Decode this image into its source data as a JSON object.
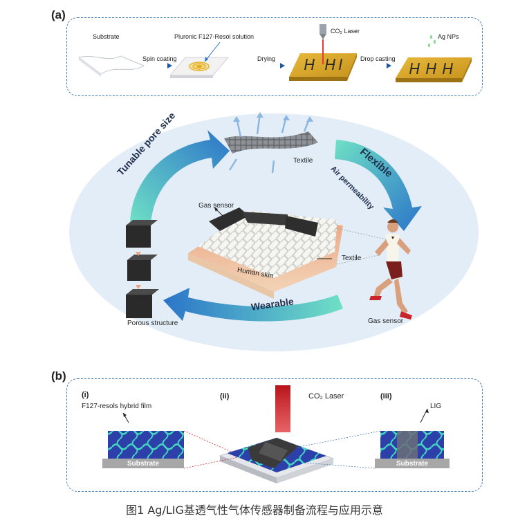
{
  "panel_a": {
    "letter": "(a)",
    "substrate": "Substrate",
    "solution": "Pluronic F127-Resol solution",
    "laser": "CO₂ Laser",
    "ag": "Ag NPs",
    "spin": "Spin coating",
    "drying": "Drying",
    "drop": "Drop casting"
  },
  "cycle": {
    "tunable": "Tunable pore size",
    "flexible": "Flexible",
    "air": "Air permeability",
    "wearable": "Wearable",
    "textile_top": "Textile",
    "gas_sensor_center": "Gas sensor",
    "textile_right": "Textile",
    "human_skin": "Human skin",
    "porous": "Porous structure",
    "gas_sensor_runner": "Gas sensor"
  },
  "panel_b": {
    "letter": "(b)",
    "i": "(i)",
    "ii": "(ii)",
    "iii": "(iii)",
    "film": "F127-resols hybrid film",
    "laser": "CO₂ Laser",
    "lig": "LIG",
    "substrate_left": "Substrate",
    "substrate_right": "Substrate"
  },
  "caption": "图1 Ag/LIG基透气性气体传感器制备流程与应用示意",
  "colors": {
    "dash_border": "#4a7fb0",
    "ellipse_fill": "#e3edf7",
    "gold": "#d9a62a",
    "film_blue": "#2d3fa8",
    "film_teal": "#43d6c1",
    "laser_red": "#d8262b"
  }
}
